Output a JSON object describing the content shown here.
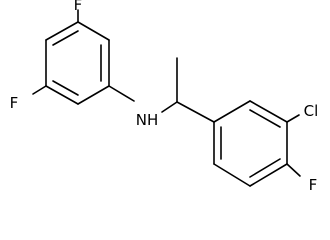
{
  "molecule": {
    "atoms": {
      "f_top_left": "F",
      "f_bottom_left": "F",
      "nh": "NH",
      "cl": "Cl",
      "f_right": "F"
    }
  }
}
